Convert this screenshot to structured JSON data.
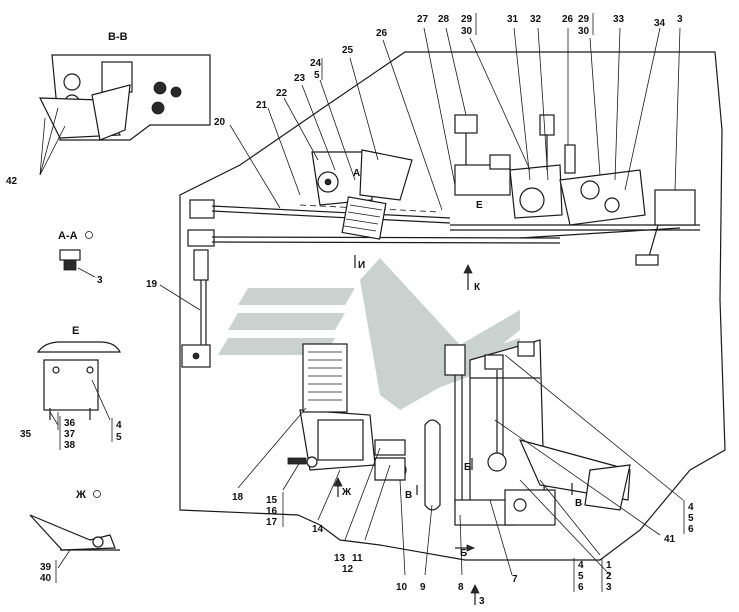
{
  "views": {
    "vv": "В-В",
    "aa": "А-А",
    "e": "Е",
    "zh": "Ж"
  },
  "callouts": {
    "n1_3": [
      "1",
      "2",
      "3"
    ],
    "n3": "3",
    "n4_6a": [
      "4",
      "5",
      "6"
    ],
    "n4_6b": [
      "4",
      "5",
      "6"
    ],
    "n4_5": [
      "4",
      "5"
    ],
    "n7": "7",
    "n8": "8",
    "n9": "9",
    "n10": "10",
    "n11_13": [
      "13",
      "11",
      "12"
    ],
    "n14": "14",
    "n15_17": [
      "15",
      "16",
      "17"
    ],
    "n18": "18",
    "n19": "19",
    "n20": "20",
    "n21": "21",
    "n22": "22",
    "n23": "23",
    "n24": [
      "24",
      "5"
    ],
    "n25": "25",
    "n26a": "26",
    "n26b": "26",
    "n27": "27",
    "n28": "28",
    "n29a": [
      "29",
      "30"
    ],
    "n29b": [
      "29",
      "30"
    ],
    "n31": "31",
    "n32": "32",
    "n33": "33",
    "n34": "34",
    "n35": "35",
    "n36_38": [
      "36",
      "37",
      "38"
    ],
    "n39_40": [
      "39",
      "40"
    ],
    "n41": "41",
    "n42": "42",
    "n3_aa": "3",
    "n3_bottom": "3"
  },
  "section_marks": {
    "I": "И",
    "K": "К",
    "Zh": "Ж",
    "V_left": "В",
    "V_right": "В",
    "B_top": "Б",
    "B_bottom": "Б",
    "A_top": "А",
    "E_mark": "Е"
  }
}
